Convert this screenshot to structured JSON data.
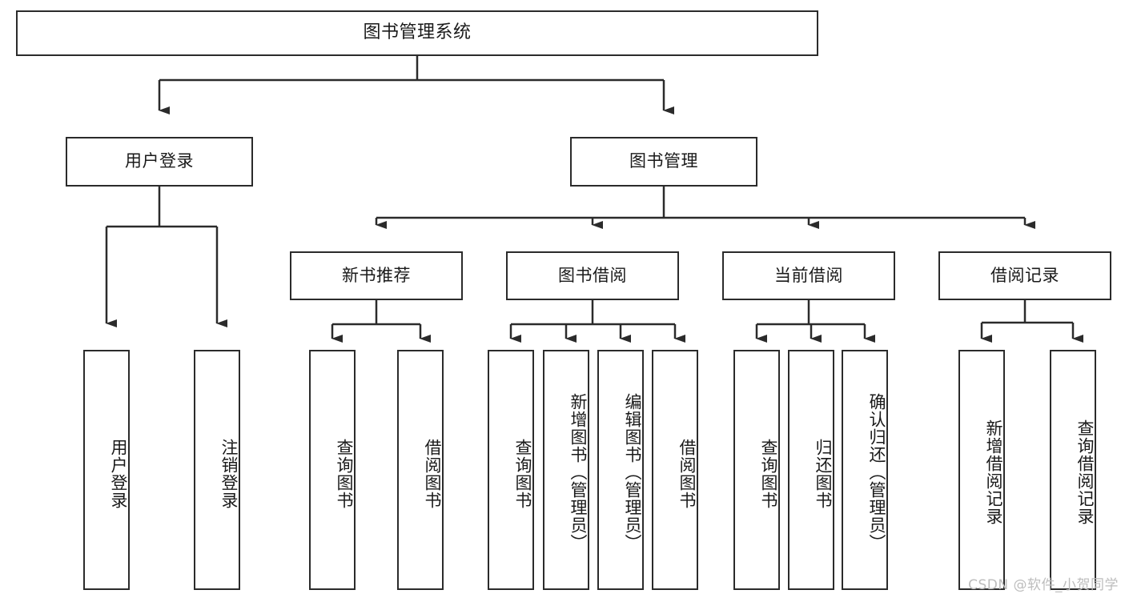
{
  "diagram": {
    "title": "图书管理系统",
    "type": "hierarchy-tree",
    "levels": 4,
    "root": {
      "id": "root",
      "label": "图书管理系统"
    },
    "level2": [
      {
        "id": "user-login",
        "label": "用户登录"
      },
      {
        "id": "book-manage",
        "label": "图书管理"
      }
    ],
    "level3": [
      {
        "id": "new-book-recommend",
        "label": "新书推荐"
      },
      {
        "id": "book-borrow",
        "label": "图书借阅"
      },
      {
        "id": "current-borrow",
        "label": "当前借阅"
      },
      {
        "id": "borrow-record",
        "label": "借阅记录"
      }
    ],
    "leaves": {
      "user_login": [
        {
          "id": "leaf-user-login",
          "label": "用户登录"
        },
        {
          "id": "leaf-logout-login",
          "label": "注销登录"
        }
      ],
      "new_book_recommend": [
        {
          "id": "leaf-query-book-1",
          "label": "查询图书"
        },
        {
          "id": "leaf-borrow-book-1",
          "label": "借阅图书"
        }
      ],
      "book_borrow": [
        {
          "id": "leaf-query-book-2",
          "label": "查询图书"
        },
        {
          "id": "leaf-add-book",
          "label": "新增图书（管理员）"
        },
        {
          "id": "leaf-edit-book",
          "label": "编辑图书（管理员）"
        },
        {
          "id": "leaf-borrow-book-2",
          "label": "借阅图书"
        }
      ],
      "current_borrow": [
        {
          "id": "leaf-query-book-3",
          "label": "查询图书"
        },
        {
          "id": "leaf-return-book",
          "label": "归还图书"
        },
        {
          "id": "leaf-confirm-return",
          "label": "确认归还（管理员）"
        }
      ],
      "borrow_record": [
        {
          "id": "leaf-add-record",
          "label": "新增借阅记录"
        },
        {
          "id": "leaf-query-record",
          "label": "查询借阅记录"
        }
      ]
    },
    "colors": {
      "stroke": "#2b2b2b",
      "fill": "#ffffff",
      "text": "#1a1a1a",
      "watermark": "#bdbdbd"
    }
  },
  "watermark": "CSDN @软件_小贺同学"
}
